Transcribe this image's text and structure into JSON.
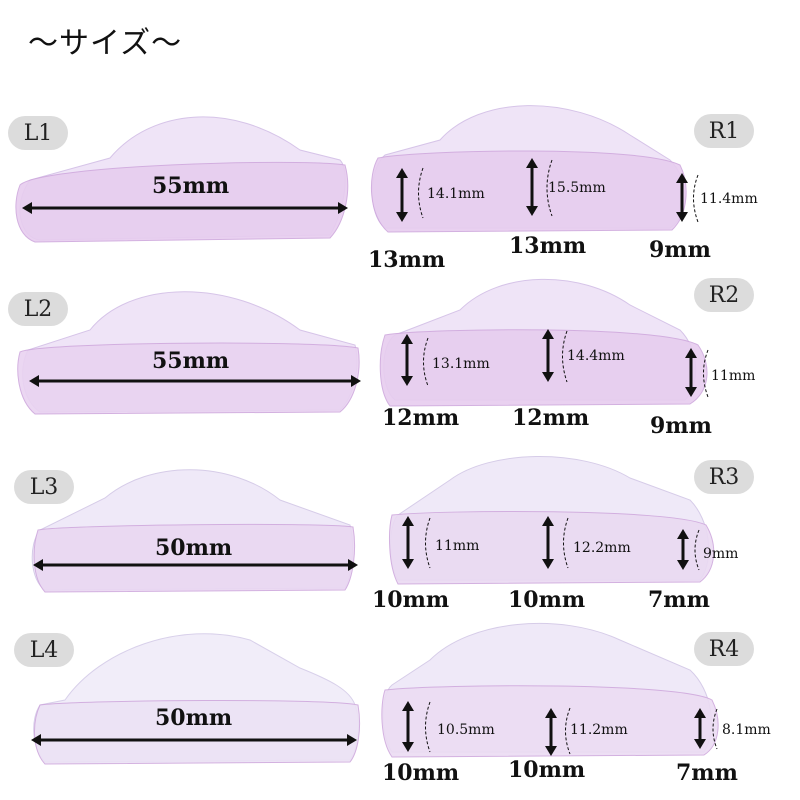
{
  "title": "〜サイズ〜",
  "left": [
    {
      "label": "L1",
      "length": "55mm"
    },
    {
      "label": "L2",
      "length": "55mm"
    },
    {
      "label": "L3",
      "length": "50mm"
    },
    {
      "label": "L4",
      "length": "50mm"
    }
  ],
  "right": [
    {
      "label": "R1",
      "curves": [
        "14.1mm",
        "15.5mm",
        "11.4mm"
      ],
      "heights": [
        "13mm",
        "13mm",
        "9mm"
      ]
    },
    {
      "label": "R2",
      "curves": [
        "13.1mm",
        "14.4mm",
        "11mm"
      ],
      "heights": [
        "12mm",
        "12mm",
        "9mm"
      ]
    },
    {
      "label": "R3",
      "curves": [
        "11mm",
        "12.2mm",
        "9mm"
      ],
      "heights": [
        "10mm",
        "10mm",
        "7mm"
      ]
    },
    {
      "label": "R4",
      "curves": [
        "10.5mm",
        "11.2mm",
        "8.1mm"
      ],
      "heights": [
        "10mm",
        "10mm",
        "7mm"
      ]
    }
  ]
}
